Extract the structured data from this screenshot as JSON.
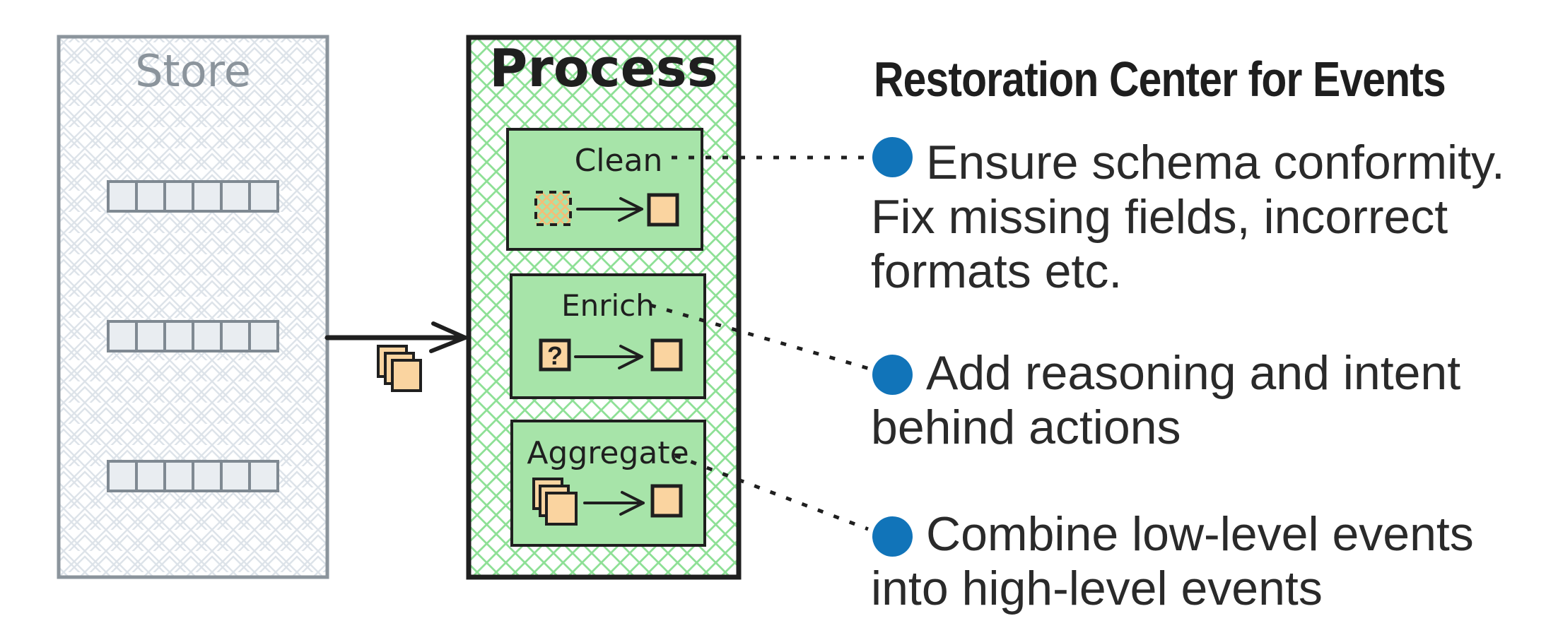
{
  "diagram": {
    "store": {
      "label": "Store",
      "rows": 3,
      "squares_per_row": 6
    },
    "process": {
      "label": "Process",
      "steps": [
        {
          "label": "Clean"
        },
        {
          "label": "Enrich",
          "symbol": "?"
        },
        {
          "label": "Aggregate"
        }
      ]
    }
  },
  "panel": {
    "title": "Restoration Center for Events",
    "bullets": [
      {
        "lines": [
          "Ensure schema conformity.",
          "Fix missing fields, incorrect",
          "formats etc."
        ]
      },
      {
        "lines": [
          "Add reasoning and intent",
          "behind actions"
        ]
      },
      {
        "lines": [
          "Combine low-level events",
          "into high-level events"
        ]
      }
    ]
  },
  "colors": {
    "bullet_blue": "#1174b9",
    "store_gray": "#8b949c",
    "store_hatch": "#dde3e9",
    "store_slot_fill": "#e9edf1",
    "process_hatch_green": "#8ee096",
    "step_green_fill": "#a7e4a9",
    "event_orange": "#fad4a0",
    "dirty_hatch_orange": "#f3bd76",
    "ink_black": "#1f1f1f"
  }
}
